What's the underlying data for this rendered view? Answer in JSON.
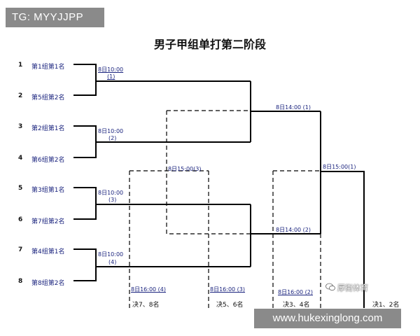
{
  "watermark_tg": "TG: MYYJJPP",
  "title": "男子甲组单打第二阶段",
  "players": [
    {
      "seed": "1",
      "name": "第1组第1名"
    },
    {
      "seed": "2",
      "name": "第5组第2名"
    },
    {
      "seed": "3",
      "name": "第2组第1名"
    },
    {
      "seed": "4",
      "name": "第6组第2名"
    },
    {
      "seed": "5",
      "name": "第3组第1名"
    },
    {
      "seed": "6",
      "name": "第7组第2名"
    },
    {
      "seed": "7",
      "name": "第4组第1名"
    },
    {
      "seed": "8",
      "name": "第8组第2名"
    }
  ],
  "matches": {
    "r1_1": {
      "time": "8日10:00",
      "no": "(1)"
    },
    "r1_2": {
      "time": "8日10:00",
      "no": "(2)"
    },
    "r1_3": {
      "time": "8日10:00",
      "no": "(3)"
    },
    "r1_4": {
      "time": "8日10:00",
      "no": "(4)"
    },
    "sf_1": "8日14:00 (1)",
    "sf_2": "8日14:00 (2)",
    "final": "8日15:00(1)",
    "cons_3": "8日15:00(3)",
    "p7_8": "8日16:00 (4)",
    "p5_6": "8日16:00 (3)",
    "p3_4": "8日16:00 (2)"
  },
  "results": {
    "p7_8": "决7、8名",
    "p5_6": "决5、6名",
    "p3_4": "决3、4名",
    "p1_2": "决1、2名"
  },
  "wechat_name": "厚街体育",
  "url_watermark": "www.hukexinglong.com"
}
